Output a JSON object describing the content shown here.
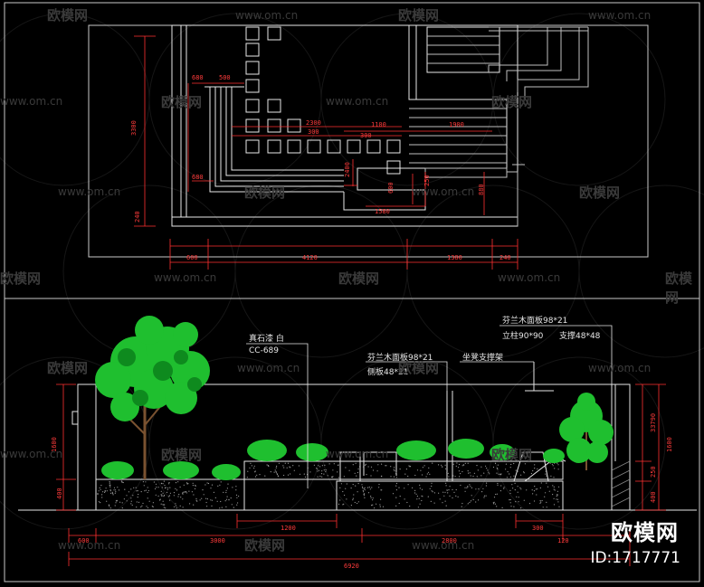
{
  "watermark": {
    "site": "www.om.cn",
    "logo": "欧模网"
  },
  "brand": {
    "mark": "欧模网",
    "id": "ID:1717771"
  },
  "plan": {
    "dims": [
      "3300",
      "680",
      "500",
      "2300",
      "300",
      "1100",
      "1900",
      "680",
      "240",
      "1580",
      "600",
      "2400",
      "300",
      "880",
      "250",
      "600",
      "4120",
      "1380",
      "240"
    ]
  },
  "elevation": {
    "callouts": {
      "stone_paint": "真石漆 白",
      "stone_code": "CC-689",
      "side_panel_1": "芬兰木面板98*21",
      "side_panel_2": "侧板48*21",
      "seat_frame": "坐凳支撑架",
      "top_panel": "芬兰木面板98*21",
      "posts": "立柱90*90",
      "brace": "支撑48*48"
    },
    "dims": {
      "h_left_total": "1600",
      "h_left_base": "400",
      "h_right_1": "33790",
      "h_right_total": "1600",
      "h_right_2": "250",
      "h_right_3": "400",
      "w_1200": "1200",
      "w_300": "300",
      "w_3000": "3000",
      "w_2800": "2800",
      "w_120": "120",
      "w_small_left": "600",
      "w_total": "6920"
    }
  }
}
